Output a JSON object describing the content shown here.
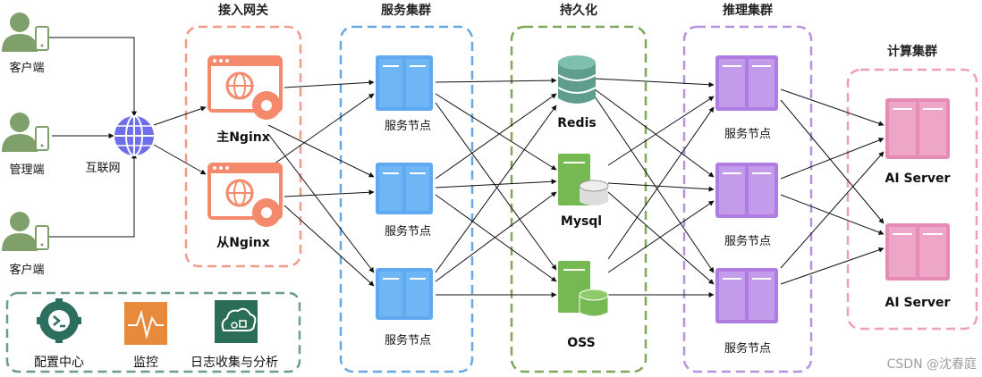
{
  "groups": {
    "gateway": "接入网关",
    "service_cluster": "服务集群",
    "persistence": "持久化",
    "inference_cluster": "推理集群",
    "compute_cluster": "计算集群"
  },
  "clients": {
    "client_top": "客户端",
    "admin": "管理端",
    "client_bottom": "客户端"
  },
  "internet_label": "互联网",
  "nginx": {
    "primary": "主Nginx",
    "secondary": "从Nginx"
  },
  "service_nodes": {
    "svc1": "服务节点",
    "svc2": "服务节点",
    "svc3": "服务节点"
  },
  "persistence_items": {
    "redis": "Redis",
    "mysql": "Mysql",
    "oss": "OSS"
  },
  "inference_nodes": {
    "inf1": "服务节点",
    "inf2": "服务节点",
    "inf3": "服务节点"
  },
  "ai_servers": {
    "ai1": "AI Server",
    "ai2": "AI Server"
  },
  "ops": {
    "config_center": "配置中心",
    "monitor": "监控",
    "logging": "日志收集与分析"
  },
  "watermark": "CSDN @沈春庭",
  "colors": {
    "gateway_border": "#F29B8A",
    "nginx_fill": "#F4896B",
    "service_border": "#66A8E6",
    "service_fill": "#5EA9F2",
    "persistence_border": "#7FA85C",
    "redis_fill": "#5F9E8F",
    "db_fill": "#76B851",
    "inference_border": "#B691E0",
    "inference_fill": "#B07BE3",
    "compute_border": "#EE9CC0",
    "compute_fill": "#E58BB5",
    "ops_border": "#6B9C8E",
    "person_fill": "#7FA06A",
    "globe_fill": "#6E6EEA",
    "gear_fill": "#2D6F5F",
    "monitor_fill": "#E88A3C",
    "log_fill": "#2B6E56"
  }
}
